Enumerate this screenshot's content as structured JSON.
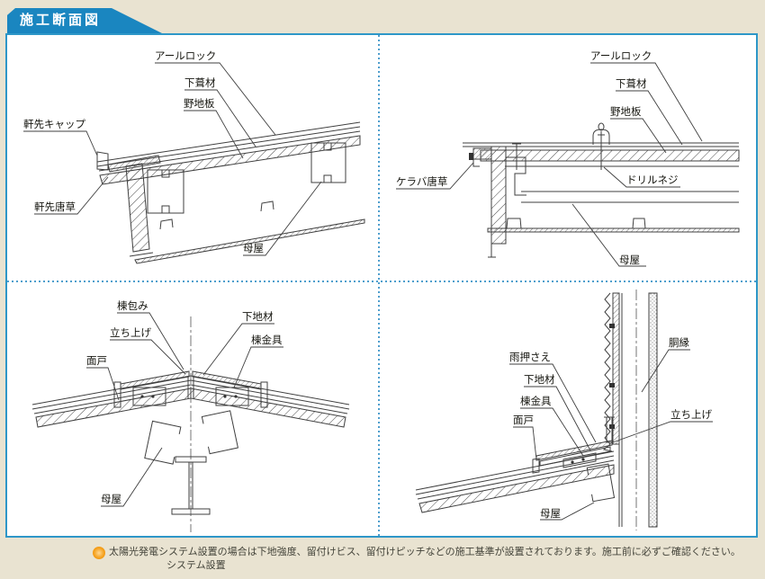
{
  "header": {
    "tab_title": "施工断面図"
  },
  "diagrams": {
    "top_left": {
      "labels": {
        "r_lock": "アールロック",
        "underlayment": "下葺材",
        "sheathing": "野地板",
        "eave_cap": "軒先キャップ",
        "eave_flashing": "軒先唐草",
        "purlin": "母屋"
      }
    },
    "top_right": {
      "labels": {
        "r_lock": "アールロック",
        "underlayment": "下葺材",
        "sheathing": "野地板",
        "verge_flashing": "ケラバ唐草",
        "drill_screw": "ドリルネジ",
        "purlin": "母屋"
      }
    },
    "bottom_left": {
      "labels": {
        "ridge_cover": "棟包み",
        "upstand": "立ち上げ",
        "filler": "面戸",
        "base_material": "下地材",
        "ridge_bracket": "棟金具",
        "purlin": "母屋"
      }
    },
    "bottom_right": {
      "labels": {
        "rain_flashing": "雨押さえ",
        "base_material": "下地材",
        "ridge_bracket": "棟金具",
        "filler": "面戸",
        "furring": "胴縁",
        "upstand": "立ち上げ",
        "purlin": "母屋"
      }
    }
  },
  "note": {
    "line1": "太陽光発電システム設置の場合は下地強度、留付けビス、留付けピッチなどの施工基準が設置されております。施工前に必ずご確認ください。",
    "line2": "システム設置"
  },
  "colors": {
    "background": "#e9e3d1",
    "tab_blue": "#1a86c0",
    "panel_border_blue": "#2e97c8",
    "divider_blue": "#4e9ecd",
    "note_bullet_orange": "#f29b1d",
    "drawing_line": "#3f3f3f"
  }
}
